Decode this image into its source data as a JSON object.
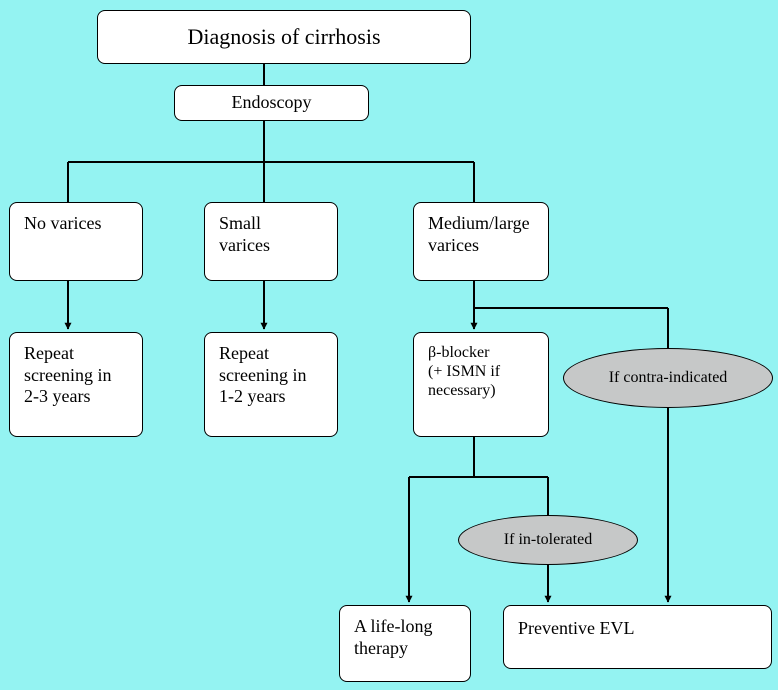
{
  "nodes": {
    "diagnosis": "Diagnosis of cirrhosis",
    "endoscopy": "Endoscopy",
    "no_varices": "No varices",
    "small_varices": "Small\nvarices",
    "medium_large_varices": "Medium/large\nvarices",
    "repeat_2_3": "Repeat\nscreening in\n2-3 years",
    "repeat_1_2": "Repeat\nscreening in\n1-2 years",
    "beta_blocker": "β-blocker\n(+ ISMN if\nnecessary)",
    "life_long": "A life-long\ntherapy",
    "preventive_evl": "Preventive EVL"
  },
  "conditions": {
    "contra_indicated": "If contra-indicated",
    "in_tolerated": "If in-tolerated"
  },
  "colors": {
    "background": "#94f3f2",
    "box_fill": "#ffffff",
    "condition_fill": "#c6c8c8",
    "line": "#000000"
  }
}
